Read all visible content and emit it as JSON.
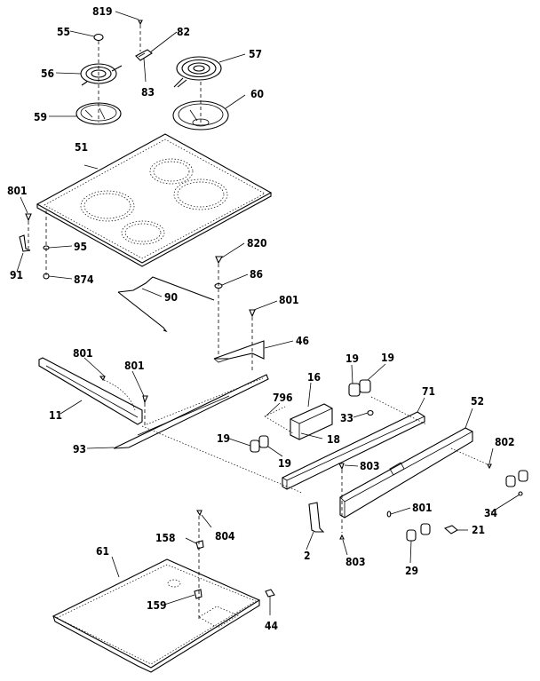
{
  "diagram": {
    "type": "exploded-parts-view",
    "subject": "electric range cooktop and control panel assembly",
    "callouts": [
      {
        "id": "c819",
        "label": "819"
      },
      {
        "id": "c55",
        "label": "55"
      },
      {
        "id": "c82",
        "label": "82"
      },
      {
        "id": "c56",
        "label": "56"
      },
      {
        "id": "c57",
        "label": "57"
      },
      {
        "id": "c83",
        "label": "83"
      },
      {
        "id": "c59",
        "label": "59"
      },
      {
        "id": "c60",
        "label": "60"
      },
      {
        "id": "c51",
        "label": "51"
      },
      {
        "id": "c801a",
        "label": "801"
      },
      {
        "id": "c95",
        "label": "95"
      },
      {
        "id": "c91",
        "label": "91"
      },
      {
        "id": "c874",
        "label": "874"
      },
      {
        "id": "c820",
        "label": "820"
      },
      {
        "id": "c86",
        "label": "86"
      },
      {
        "id": "c90",
        "label": "90"
      },
      {
        "id": "c801b",
        "label": "801"
      },
      {
        "id": "c46",
        "label": "46"
      },
      {
        "id": "c801c",
        "label": "801"
      },
      {
        "id": "c801d",
        "label": "801"
      },
      {
        "id": "c19a",
        "label": "19"
      },
      {
        "id": "c19b",
        "label": "19"
      },
      {
        "id": "c16",
        "label": "16"
      },
      {
        "id": "c71",
        "label": "71"
      },
      {
        "id": "c11",
        "label": "11"
      },
      {
        "id": "c796",
        "label": "796"
      },
      {
        "id": "c52",
        "label": "52"
      },
      {
        "id": "c33",
        "label": "33"
      },
      {
        "id": "c18",
        "label": "18"
      },
      {
        "id": "c93",
        "label": "93"
      },
      {
        "id": "c19c",
        "label": "19"
      },
      {
        "id": "c19d",
        "label": "19"
      },
      {
        "id": "c802",
        "label": "802"
      },
      {
        "id": "c803a",
        "label": "803"
      },
      {
        "id": "c801e",
        "label": "801"
      },
      {
        "id": "c34",
        "label": "34"
      },
      {
        "id": "c804",
        "label": "804"
      },
      {
        "id": "c158",
        "label": "158"
      },
      {
        "id": "c2",
        "label": "2"
      },
      {
        "id": "c21",
        "label": "21"
      },
      {
        "id": "c61",
        "label": "61"
      },
      {
        "id": "c803b",
        "label": "803"
      },
      {
        "id": "c29",
        "label": "29"
      },
      {
        "id": "c159",
        "label": "159"
      },
      {
        "id": "c44",
        "label": "44"
      }
    ]
  }
}
